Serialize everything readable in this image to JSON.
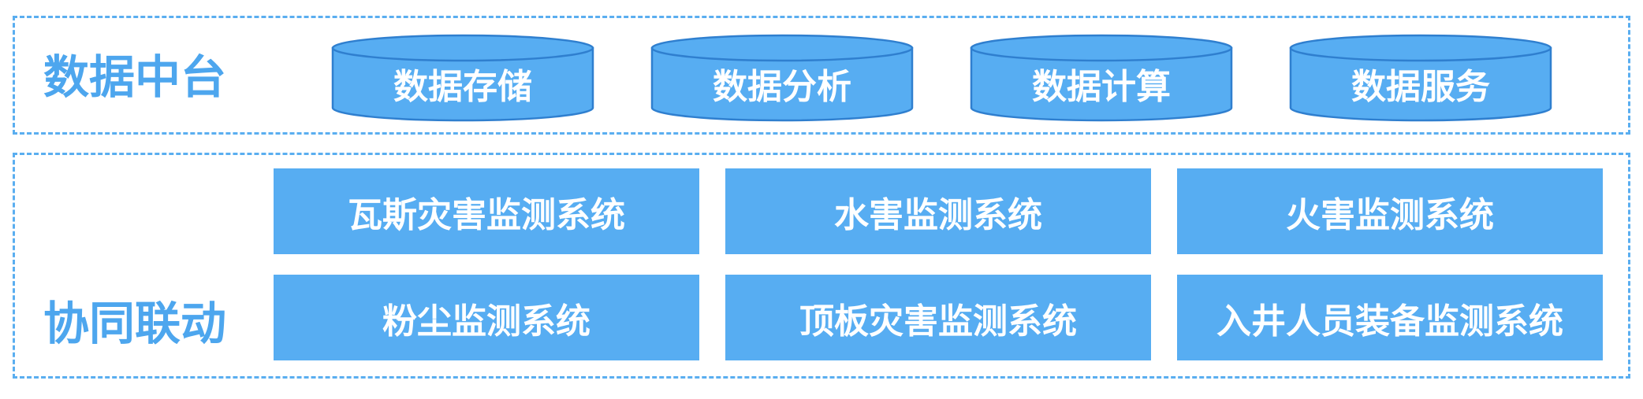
{
  "data_middle": {
    "title": "数据中台",
    "items": [
      "数据存储",
      "数据分析",
      "数据计算",
      "数据服务"
    ]
  },
  "linkage": {
    "title": "协同联动",
    "systems": [
      "瓦斯灾害监测系统",
      "水害监测系统",
      "火害监测系统",
      "粉尘监测系统",
      "顶板灾害监测系统",
      "入井人员装备监测系统"
    ]
  },
  "colors": {
    "accent": "#4da6ee",
    "box_fill": "#57adf2",
    "border": "#5aaef0",
    "cylinder_stroke": "#2f7fcf"
  }
}
